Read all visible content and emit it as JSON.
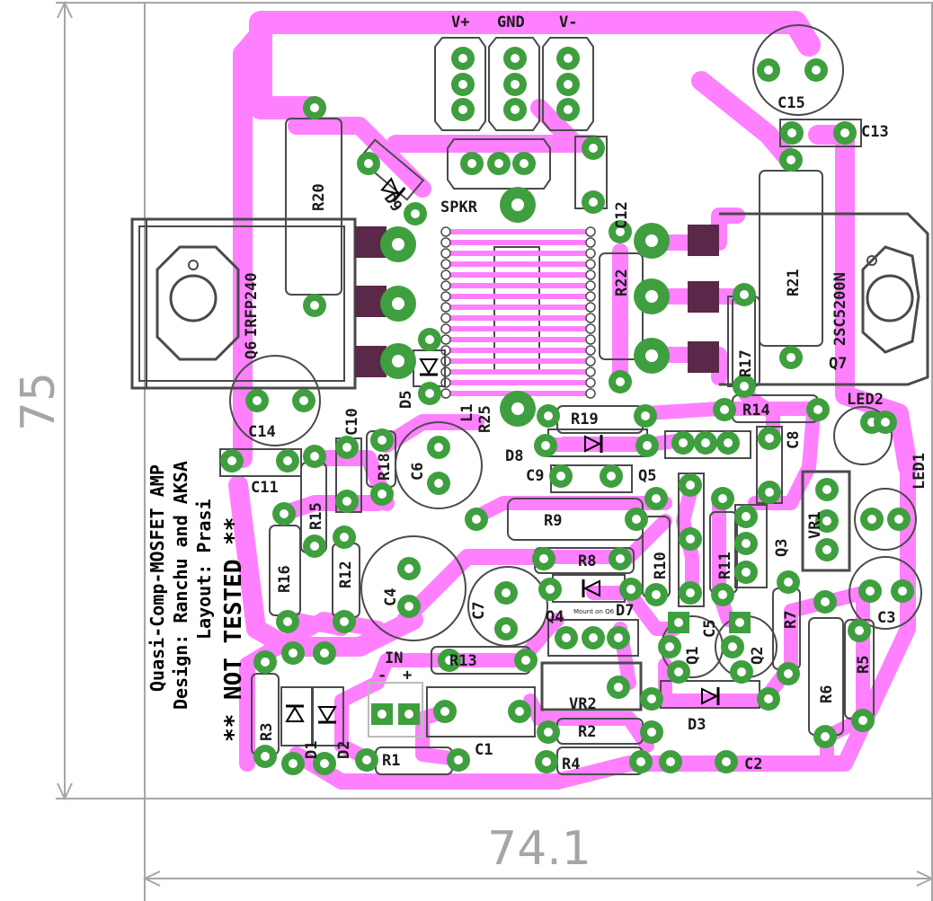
{
  "colors": {
    "copper": "#ff80ff",
    "pad": "#3f9f3f",
    "silk": "#4a4a4a",
    "dimension": "#a6a6a6",
    "tab": "#5a2848"
  },
  "dimensions": {
    "height": "75",
    "width": "74.1"
  },
  "title": {
    "line1": "Quasi-Comp-MOSFET AMP",
    "line2": "Design: Ranchu and AKSA",
    "line3": "Layout: Prasi",
    "warning": "** NOT TESTED **"
  },
  "labels": {
    "vplus": "V+",
    "gnd": "GND",
    "vminus": "V-",
    "spkr": "SPKR",
    "in": "IN",
    "in_minus": "-",
    "in_plus": "+",
    "q6": "Q6",
    "q6_part": "IRFP240",
    "q7": "Q7",
    "q7_part": "2SC5200N",
    "r1": "R1",
    "r2": "R2",
    "r3": "R3",
    "r4": "R4",
    "r5": "R5",
    "r6": "R6",
    "r7": "R7",
    "r8": "R8",
    "r9": "R9",
    "r10": "R10",
    "r11": "R11",
    "r12": "R12",
    "r13": "R13",
    "r14": "R14",
    "r15": "R15",
    "r16": "R16",
    "r17": "R17",
    "r18": "R18",
    "r19": "R19",
    "r20": "R20",
    "r21": "R21",
    "r22": "R22",
    "r25": "R25",
    "c1": "C1",
    "c2": "C2",
    "c3": "C3",
    "c4": "C4",
    "c5": "C5",
    "c6": "C6",
    "c7": "C7",
    "c8": "C8",
    "c9": "C9",
    "c10": "C10",
    "c11": "C11",
    "c12": "C12",
    "c13": "C13",
    "c14": "C14",
    "c15": "C15",
    "d1": "D1",
    "d2": "D2",
    "d3": "D3",
    "d5": "D5",
    "d7": "D7",
    "d8": "D8",
    "d9": "D9",
    "l1": "L1",
    "led1": "LED1",
    "led2": "LED2",
    "q1": "Q1",
    "q2": "Q2",
    "q3": "Q3",
    "q4": "Q4",
    "q5": "Q5",
    "vr1": "VR1",
    "vr2": "VR2",
    "mount_note": "Mount on Q6"
  }
}
